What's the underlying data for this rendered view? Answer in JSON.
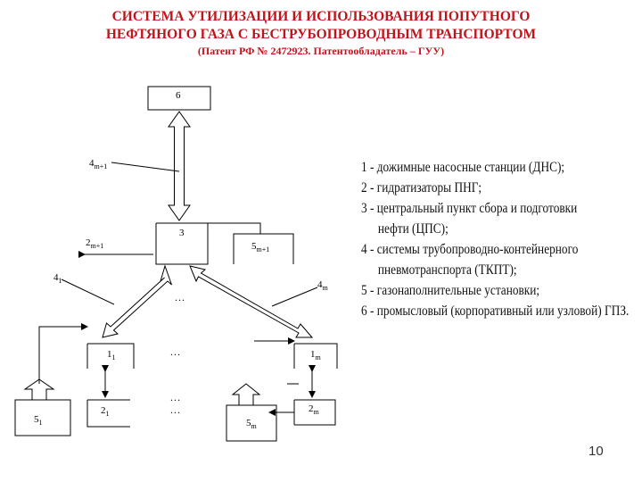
{
  "title": {
    "line1": "СИСТЕМА УТИЛИЗАЦИИ И ИСПОЛЬЗОВАНИЯ ПОПУТНОГО",
    "line2": "НЕФТЯНОГО ГАЗА С БЕСТРУБОПРОВОДНЫМ ТРАНСПОРТОМ",
    "line3": "(Патент РФ № 2472923. Патентообладатель – ГУУ)"
  },
  "diagram": {
    "node_6": "6",
    "node_3": "3",
    "node_1_1": "1",
    "node_1_1_sub": "1",
    "node_1_m": "1",
    "node_1_m_sub": "m",
    "node_2_1": "2",
    "node_2_1_sub": "1",
    "node_2_m": "2",
    "node_2_m_sub": "m",
    "node_5_1": "5",
    "node_5_1_sub": "1",
    "node_5_m": "5",
    "node_5_m_sub": "m",
    "node_5_m1": "5",
    "node_5_m1_sub": "m+1",
    "label_4m1": "4",
    "label_4m1_sub": "m+1",
    "label_2m1": "2",
    "label_2m1_sub": "m+1",
    "label_41": "4",
    "label_41_sub": "1",
    "label_4m": "4",
    "label_4m_sub": "m",
    "dots": "..."
  },
  "legend": {
    "l1": "1 -  дожимные насосные станции (ДНС);",
    "l2": "2 -  гидратизаторы  ПНГ;",
    "l3a": "3 -  центральный пункт сбора и подготовки",
    "l3b": "нефти (ЦПС);",
    "l4a": "4 - системы трубопроводно-контейнерного",
    "l4b": "пневмотранспорта (ТКПТ);",
    "l5": "5 - газонаполнительные установки;",
    "l6": "6 - промысловый (корпоративный или узловой) ГПЗ."
  },
  "page_number": "10"
}
